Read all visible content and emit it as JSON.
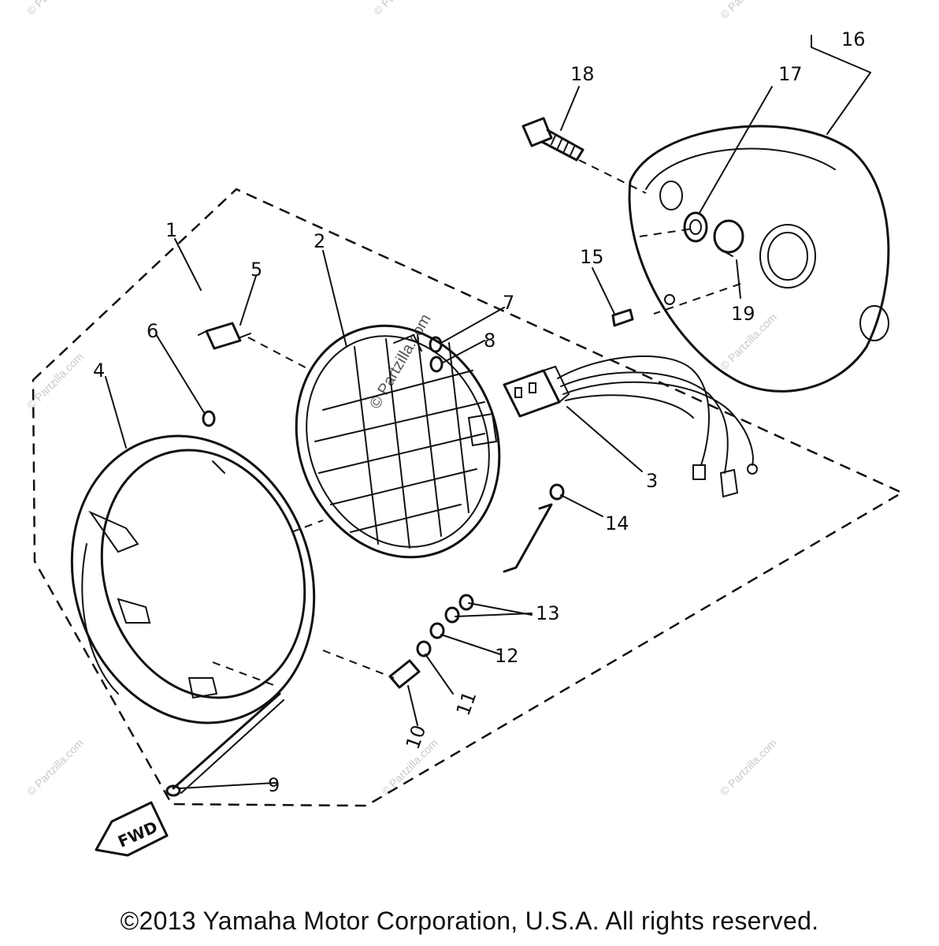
{
  "diagram": {
    "part_labels": [
      "1",
      "2",
      "3",
      "4",
      "5",
      "6",
      "7",
      "8",
      "9",
      "10",
      "11",
      "12",
      "13",
      "14",
      "15",
      "16",
      "17",
      "18",
      "19"
    ],
    "fwd_label": "FWD",
    "watermark_text": "© Partzilla.com",
    "copyright": "©2013 Yamaha Motor Corporation, U.S.A. All rights reserved."
  }
}
